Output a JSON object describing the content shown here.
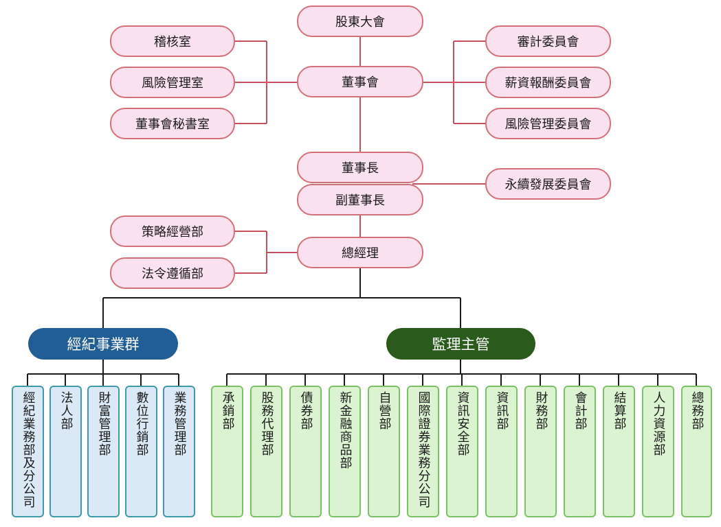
{
  "chart": {
    "shareholders": "股東大會",
    "board": "董事會",
    "audit_office": "稽核室",
    "risk_office": "風險管理室",
    "board_secretariat": "董事會秘書室",
    "audit_committee": "審計委員會",
    "compensation_committee": "薪資報酬委員會",
    "risk_committee": "風險管理委員會",
    "chairman": "董事長",
    "vice_chairman": "副董事長",
    "sustainability_committee": "永續發展委員會",
    "strategy_dept": "策略經營部",
    "compliance_dept": "法令遵循部",
    "president": "總經理",
    "brokerage_group": "經紀事業群",
    "supervision_head": "監理主管",
    "brokerage_units": [
      "經紀業務部及分公司",
      "法人部",
      "財富管理部",
      "數位行銷部",
      "業務管理部"
    ],
    "supervised_units": [
      "承銷部",
      "股務代理部",
      "債券部",
      "新金融商品部",
      "自營部",
      "國際證券業務分公司",
      "資訊安全部",
      "資訊部",
      "財務部",
      "會計部",
      "結算部",
      "人力資源部",
      "總務部"
    ]
  },
  "colors": {
    "node_fill": "#f9e1ef",
    "node_border": "#d4707a",
    "connector": "#c8505a",
    "blue_group": "#225e96",
    "green_group": "#2a5a1c",
    "blue_unit_fill": "#dbe9f6",
    "green_unit_fill": "#dcf3d1"
  }
}
